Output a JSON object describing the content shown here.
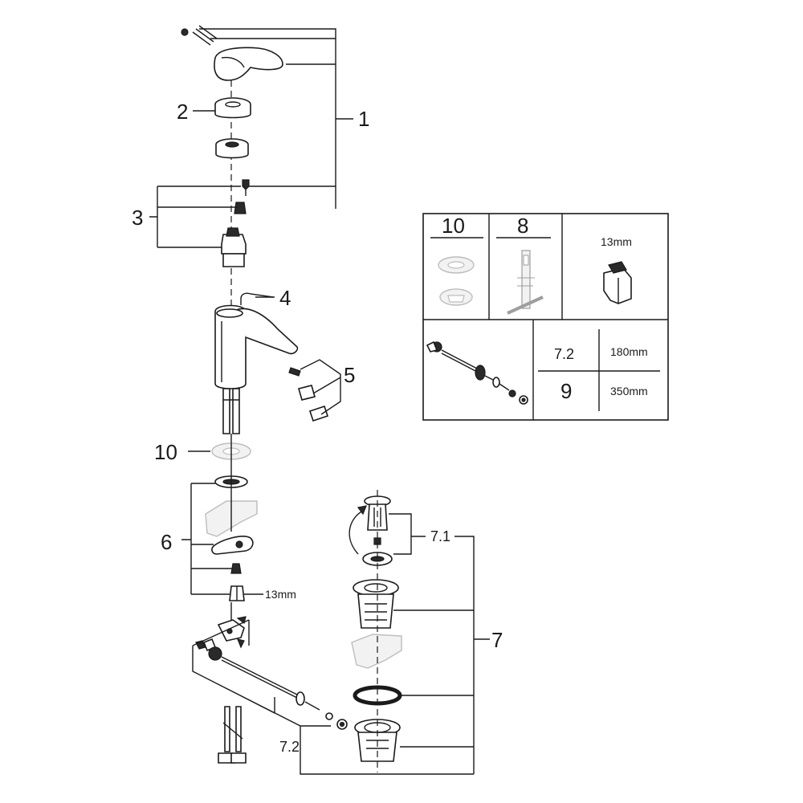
{
  "callouts": {
    "c1": "1",
    "c2": "2",
    "c3": "3",
    "c4": "4",
    "c5": "5",
    "c6": "6",
    "c7": "7",
    "c7_1": "7.1",
    "c7_2": "7.2",
    "c10": "10",
    "wrench_13mm": "13mm"
  },
  "inset": {
    "cell_10": "10",
    "cell_8": "8",
    "cell_13mm": "13mm",
    "row_7_2": "7.2",
    "row_7_2_length": "180mm",
    "row_9": "9",
    "row_9_length": "350mm"
  },
  "icons": [
    "handle-icon",
    "cartridge-icon",
    "spout-body-icon",
    "aerator-icon",
    "mounting-bracket-icon",
    "drain-plug-icon",
    "drain-body-icon",
    "pull-rod-icon",
    "hex-nut-icon",
    "supply-hose-icon",
    "key-tool-icon"
  ]
}
